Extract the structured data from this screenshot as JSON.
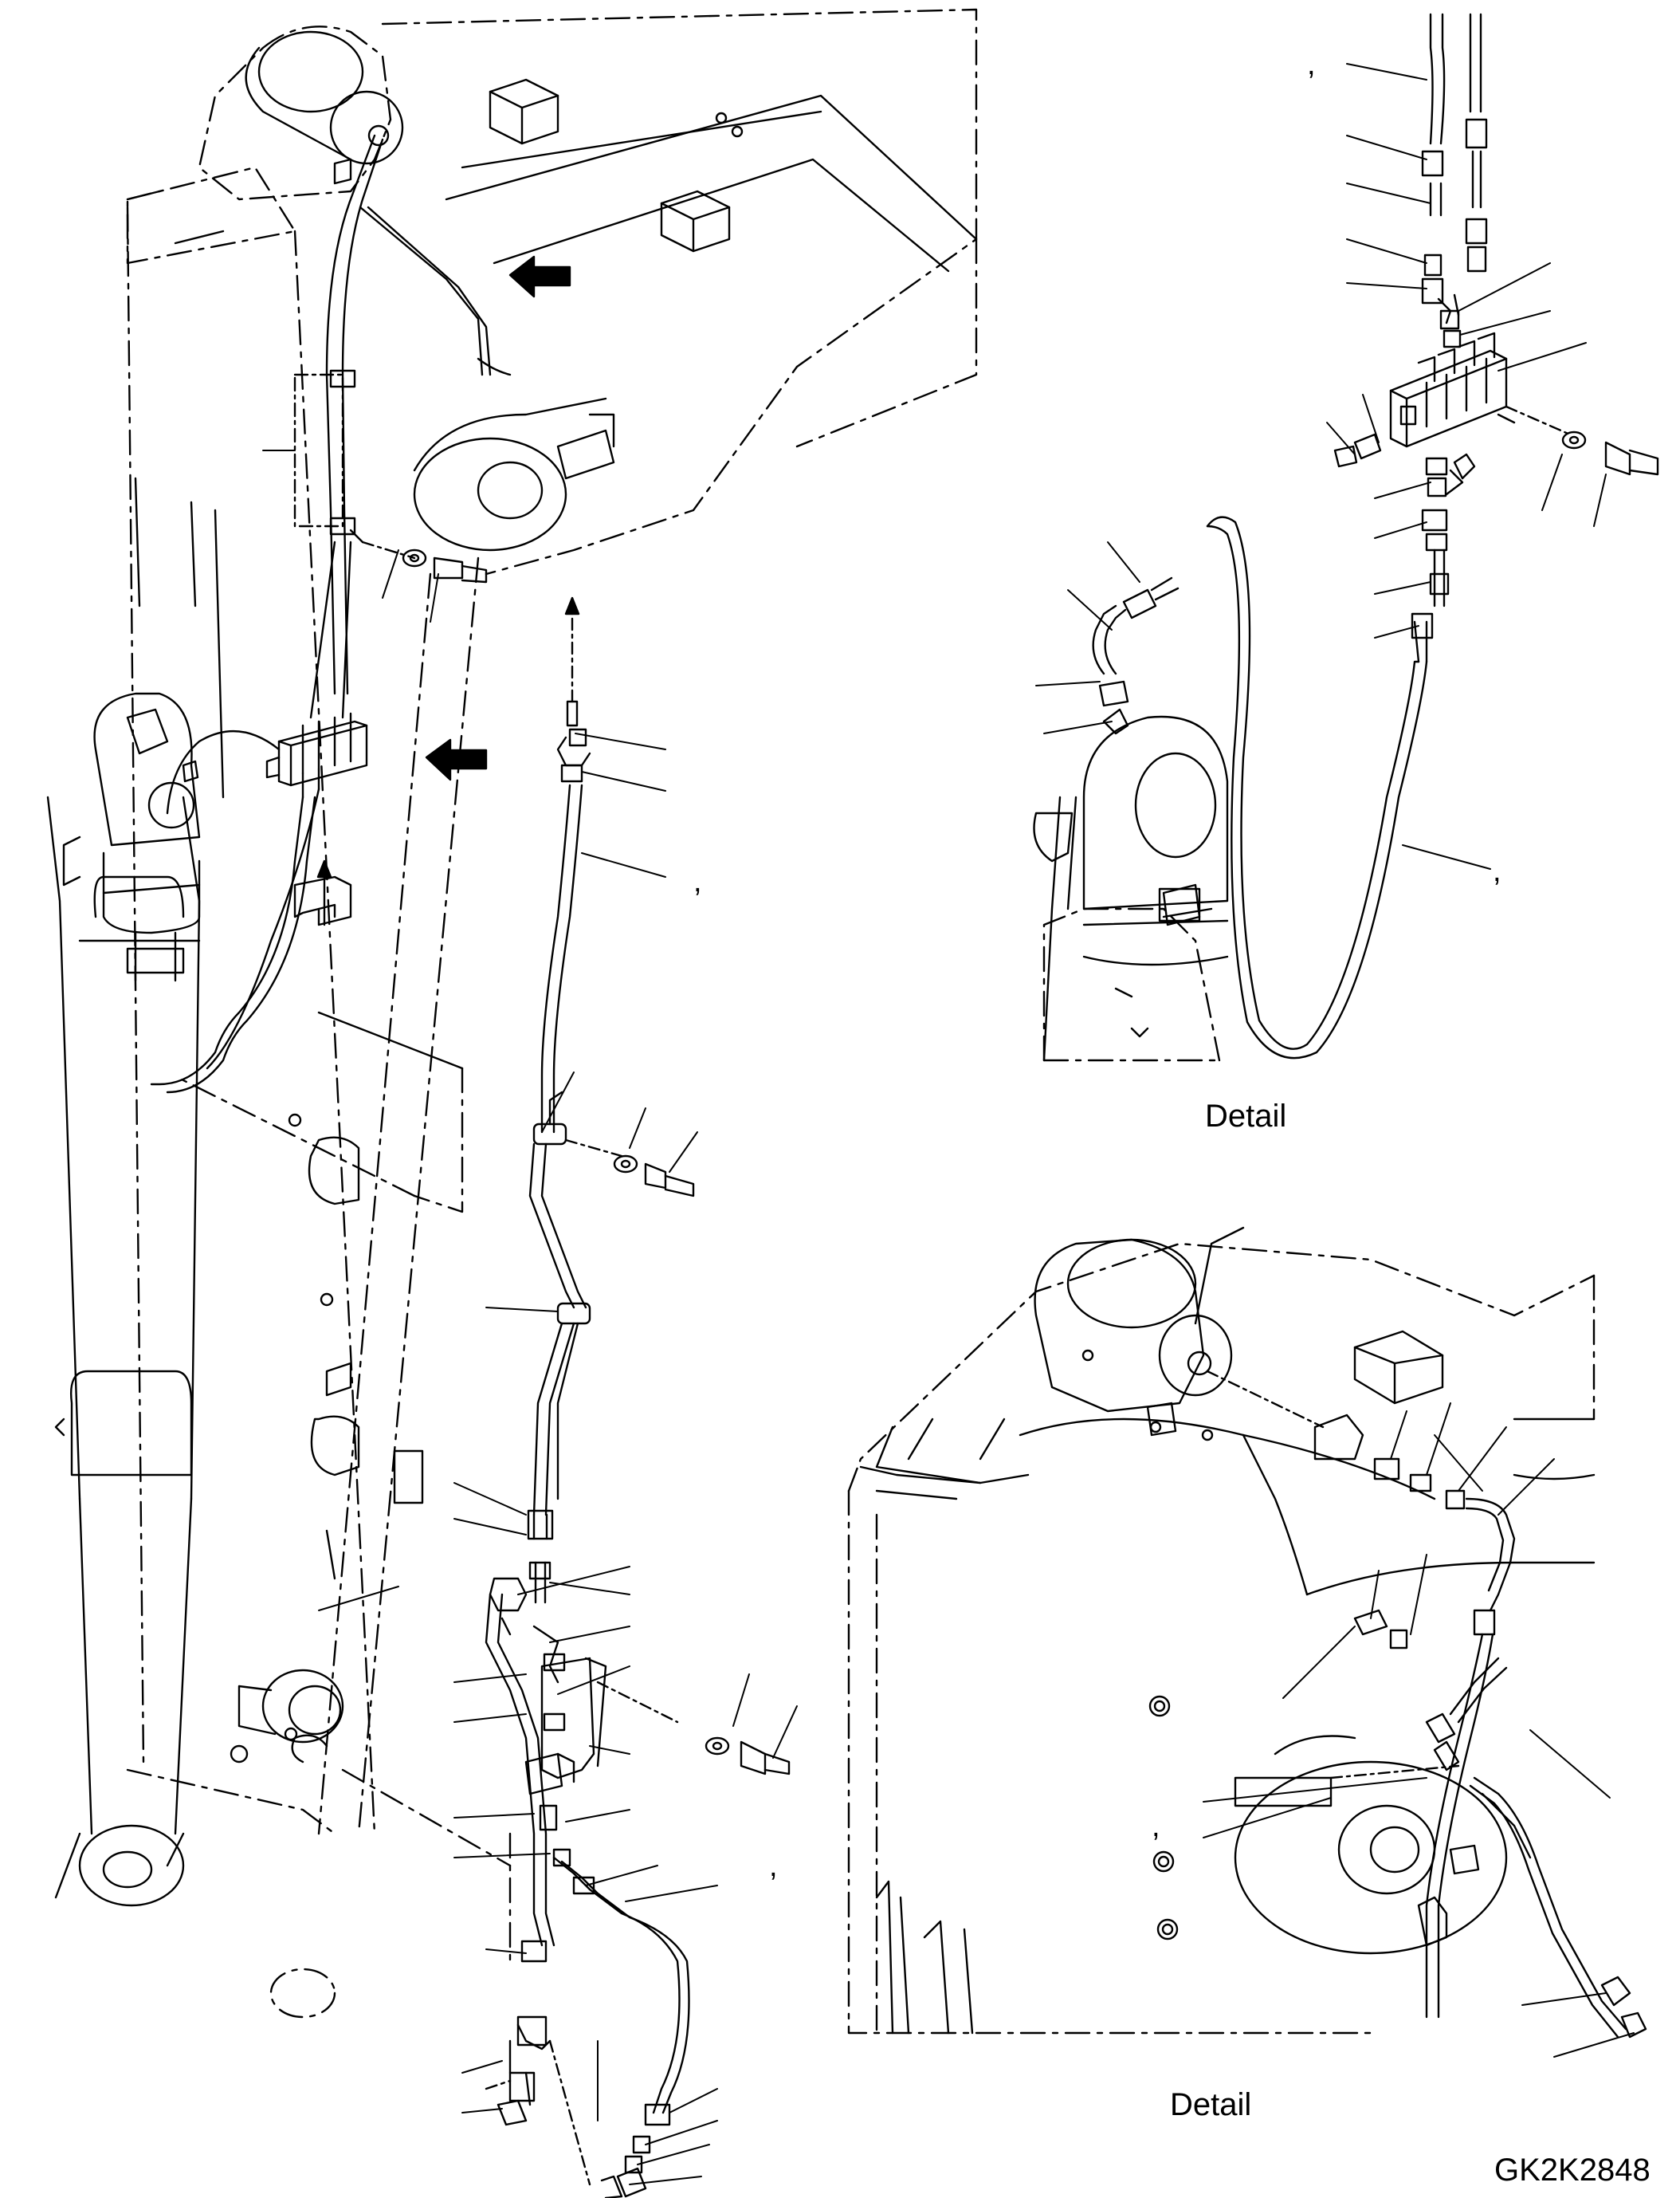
{
  "drawing": {
    "code": "GK2K2848",
    "detail_label_upper": "Detail",
    "detail_label_lower": "Detail",
    "comma": ","
  },
  "colors": {
    "line": "#000000",
    "background": "#ffffff"
  }
}
